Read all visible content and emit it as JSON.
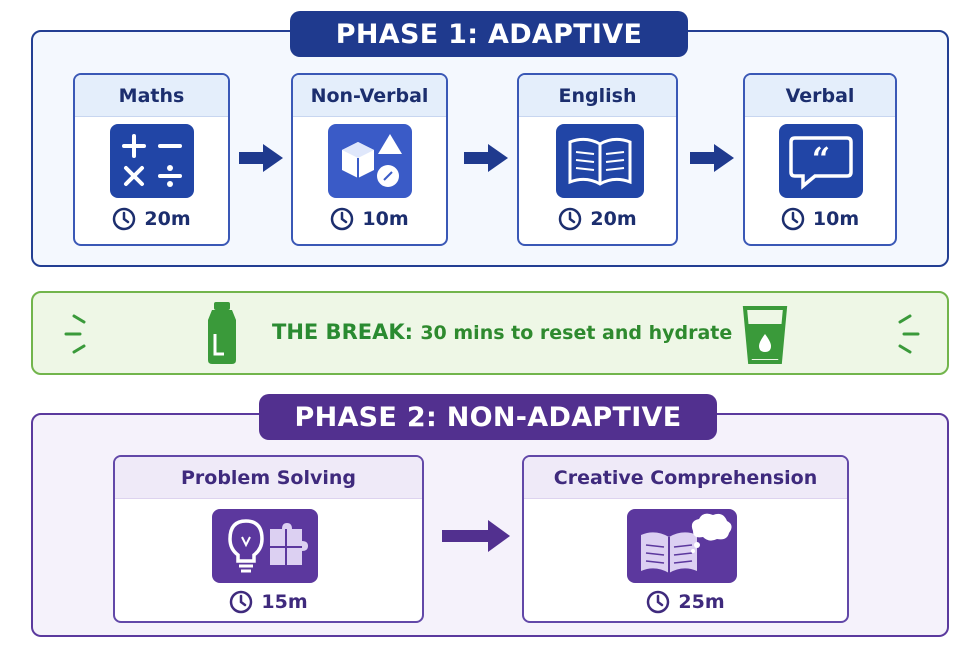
{
  "phase1": {
    "title": "PHASE 1: ADAPTIVE",
    "steps": [
      {
        "label": "Maths",
        "time": "20m",
        "icon": "calculator-icon"
      },
      {
        "label": "Non-Verbal",
        "time": "10m",
        "icon": "shapes-icon"
      },
      {
        "label": "English",
        "time": "20m",
        "icon": "open-book-icon"
      },
      {
        "label": "Verbal",
        "time": "10m",
        "icon": "speech-quote-icon"
      }
    ]
  },
  "break": {
    "label": "THE BREAK:",
    "description": "30 mins to reset and hydrate",
    "icons": [
      "water-bottle-icon",
      "water-glass-icon"
    ]
  },
  "phase2": {
    "title": "PHASE 2: NON-ADAPTIVE",
    "steps": [
      {
        "label": "Problem Solving",
        "time": "15m",
        "icon": "lightbulb-puzzle-icon"
      },
      {
        "label": "Creative Comprehension",
        "time": "25m",
        "icon": "book-thought-icon"
      }
    ]
  },
  "colors": {
    "phase1_primary": "#1f3a8e",
    "break_primary": "#3a9a3a",
    "phase2_primary": "#52308f"
  }
}
